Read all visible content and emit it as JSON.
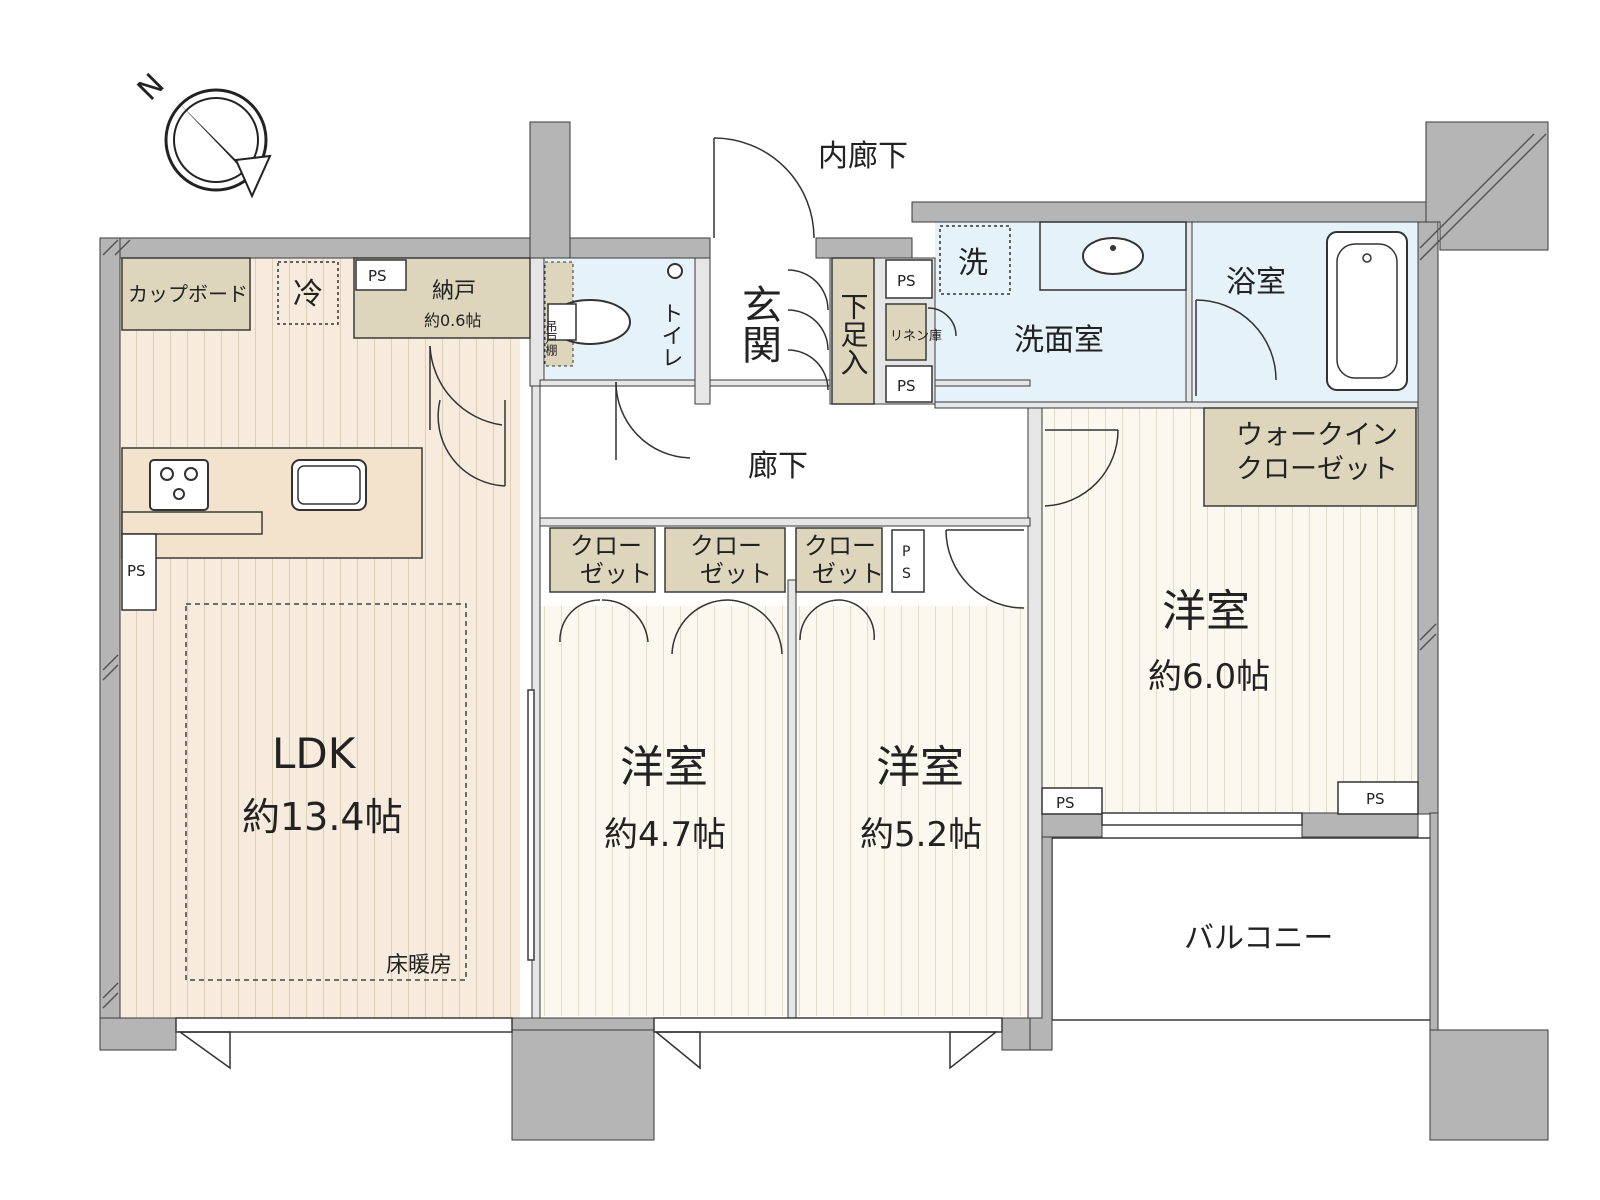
{
  "compass": {
    "north_label": "N"
  },
  "corridor_outside": "内廊下",
  "rooms": {
    "ldk": {
      "name": "LDK",
      "size": "約13.4帖",
      "floor_heating": "床暖房"
    },
    "cupboard": "カップボード",
    "fridge": "冷",
    "storage": {
      "name": "納戸",
      "size": "約0.6帖"
    },
    "toilet": "トイレ",
    "toilet_cabinet": "吊戸棚",
    "entrance": "玄関",
    "shoe_box": "下足入",
    "linen": "リネン庫",
    "washer": "洗",
    "washroom": "洗面室",
    "bath": "浴室",
    "hallway": "廊下",
    "walk_in_closet": [
      "ウォークイン",
      "クローゼット"
    ],
    "closet_lines": [
      "クロー",
      "ゼット"
    ],
    "western_1": {
      "name": "洋室",
      "size": "約4.7帖"
    },
    "western_2": {
      "name": "洋室",
      "size": "約5.2帖"
    },
    "western_3": {
      "name": "洋室",
      "size": "約6.0帖"
    },
    "balcony": "バルコニー",
    "ps": "PS",
    "ps_vertical": [
      "P",
      "S"
    ]
  },
  "colors": {
    "wall": "#b5b5b5",
    "ldk_floor": "#f6ebdc",
    "room_floor": "#fbf9ef",
    "storage": "#ddd6bd",
    "wet_area": "#e6f2fa",
    "line": "#3a3a3a"
  }
}
